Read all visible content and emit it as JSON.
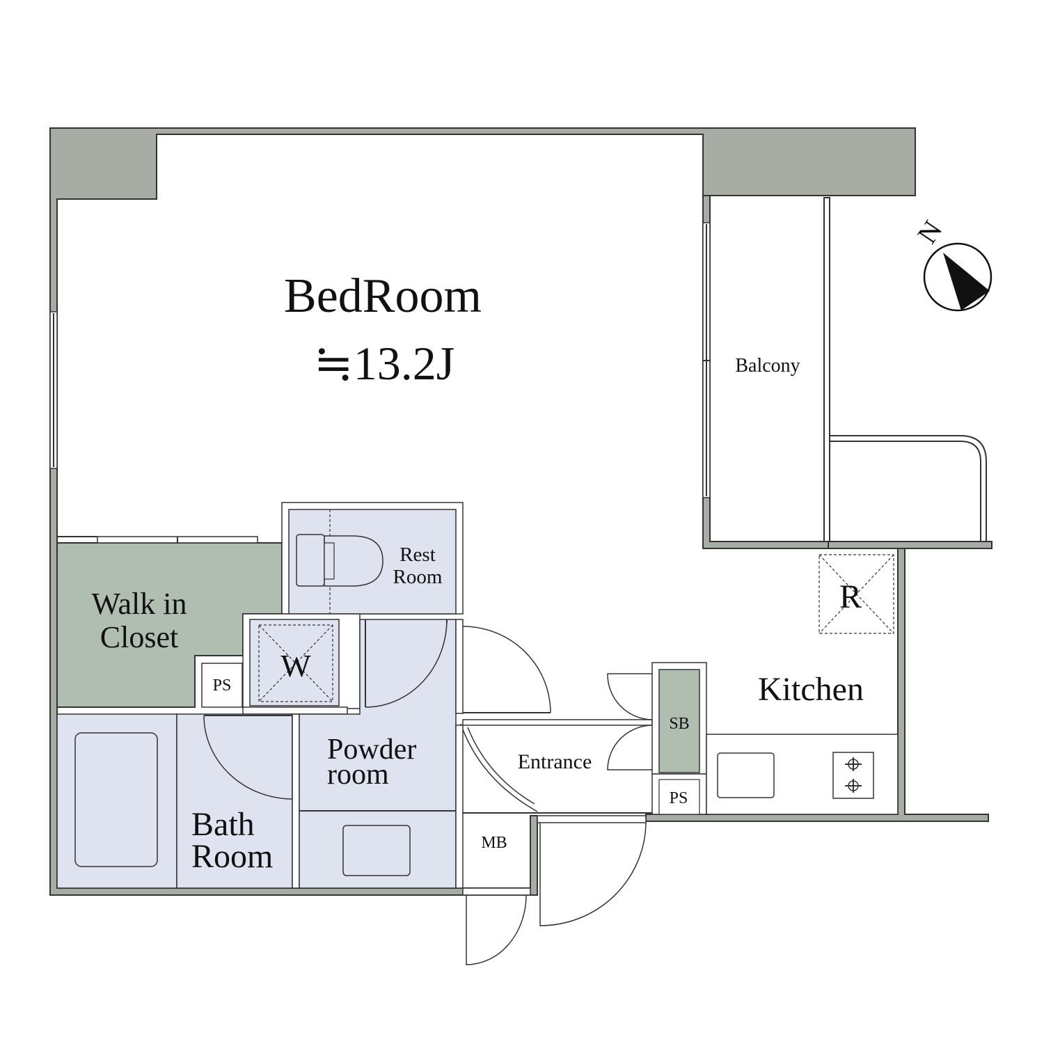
{
  "rooms": {
    "bedroom": {
      "name": "BedRoom",
      "area": "≒13.2J"
    },
    "balcony": "Balcony",
    "rest_room": [
      "Rest",
      "Room"
    ],
    "walk_in_closet": [
      "Walk in",
      "Closet"
    ],
    "ps_closet": "PS",
    "washer": "W",
    "powder_room": [
      "Powder",
      "room"
    ],
    "bath_room": [
      "Bath",
      "Room"
    ],
    "entrance": "Entrance",
    "mb": "MB",
    "sb": "SB",
    "ps_entrance": "PS",
    "kitchen": "Kitchen",
    "refrigerator": "R"
  },
  "compass": {
    "label": "N"
  },
  "colors": {
    "wall": "#a7aca4",
    "wet_area": "#dee3ef",
    "closet": "#afbeb0",
    "line": "#333333"
  }
}
